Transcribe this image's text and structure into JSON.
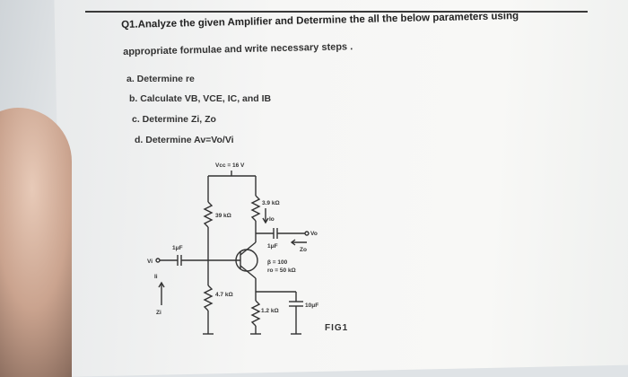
{
  "question": {
    "title": "Q1.Analyze the given Amplifier and Determine the all the below parameters using",
    "subtitle": "appropriate formulae and write necessary steps .",
    "parts": [
      "a. Determine re",
      "b. Calculate VB, VCE, IC, and IB",
      "c. Determine Zi, Zo",
      "d. Determine Av=Vo/Vi"
    ]
  },
  "circuit": {
    "vcc_label": "Vcc = 16 V",
    "r1_label": "39 kΩ",
    "rc_label": "3.9 kΩ",
    "r2_label": "4.7 kΩ",
    "re_label": "1.2 kΩ",
    "cin_label": "1μF",
    "cout_label": "1μF",
    "ce_label": "10μF",
    "beta_label": "β = 100",
    "ro_label": "ro = 50 kΩ",
    "vi_label": "Vi",
    "vo_label": "Vo",
    "io_label": "Io",
    "ii_label": "Ii",
    "zi_label": "Zi",
    "zo_label": "Zo"
  },
  "figure_label": "FIG1"
}
